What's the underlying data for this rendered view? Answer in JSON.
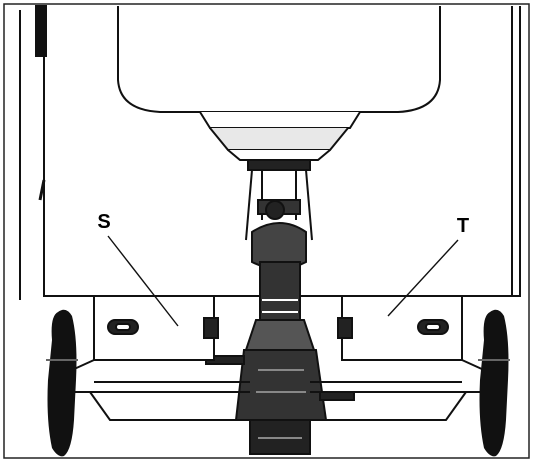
{
  "diagram": {
    "callouts": [
      {
        "id": "s",
        "label": "S"
      },
      {
        "id": "t",
        "label": "T"
      }
    ]
  }
}
